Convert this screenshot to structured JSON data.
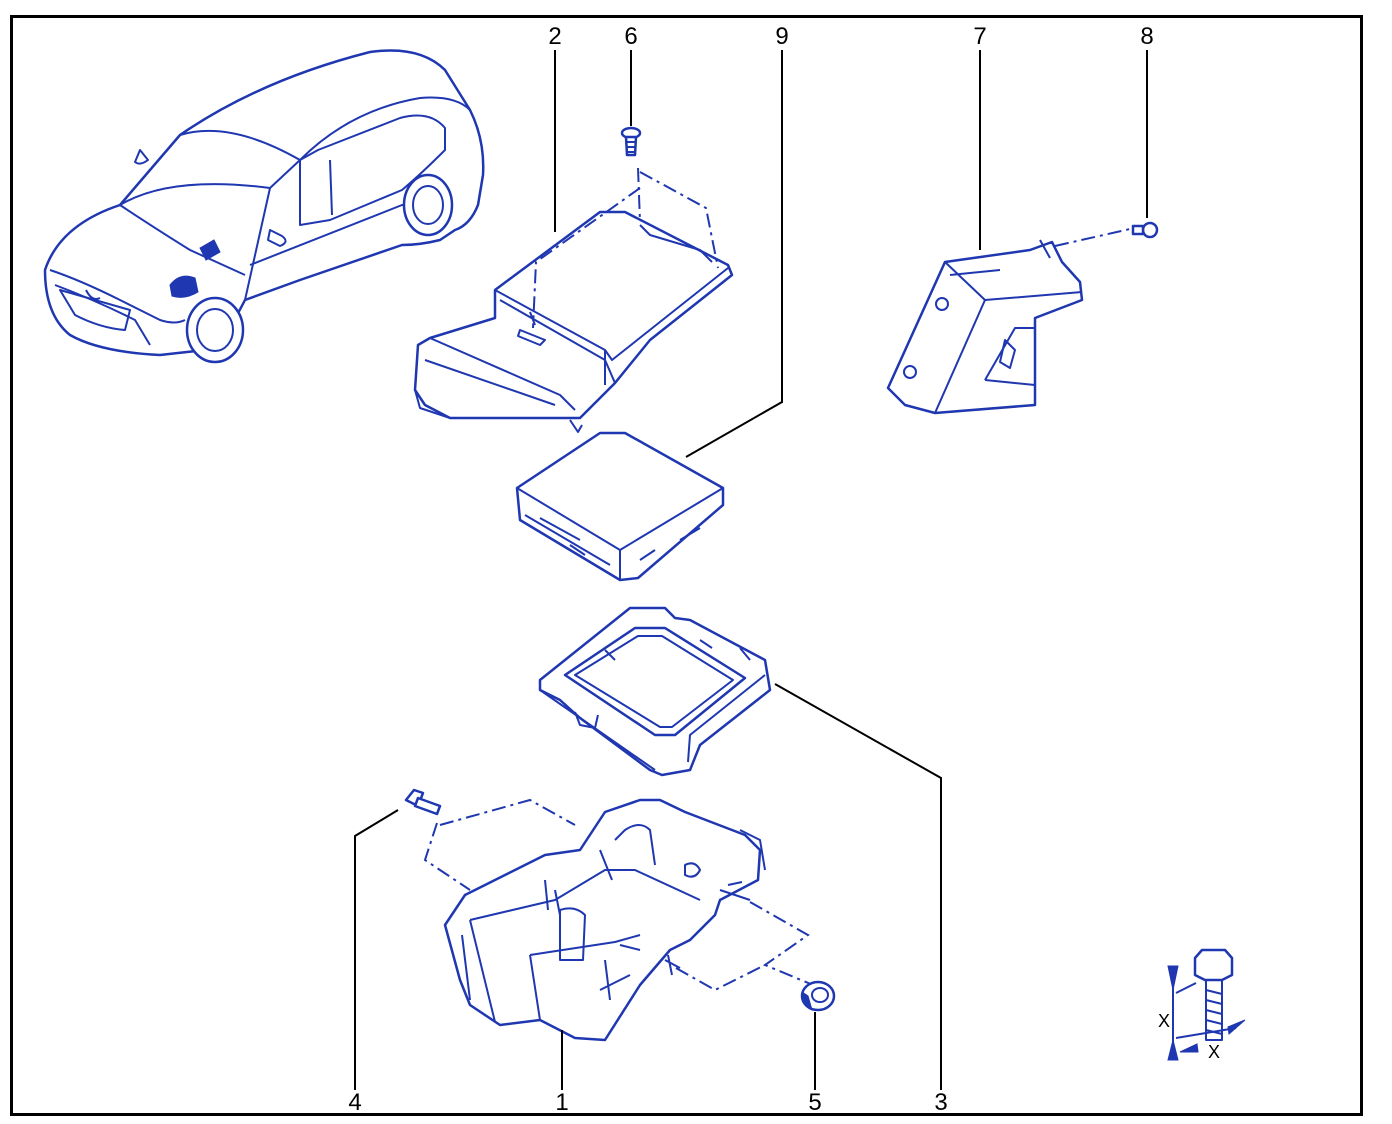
{
  "colors": {
    "line": "#1f37b0",
    "frame": "#000000",
    "background": "#ffffff"
  },
  "callouts": {
    "c1": "1",
    "c2": "2",
    "c3": "3",
    "c4": "4",
    "c5": "5",
    "c6": "6",
    "c7": "7",
    "c8": "8",
    "c9": "9"
  },
  "torque_symbol": {
    "label_1": "X",
    "label_2": "X"
  }
}
